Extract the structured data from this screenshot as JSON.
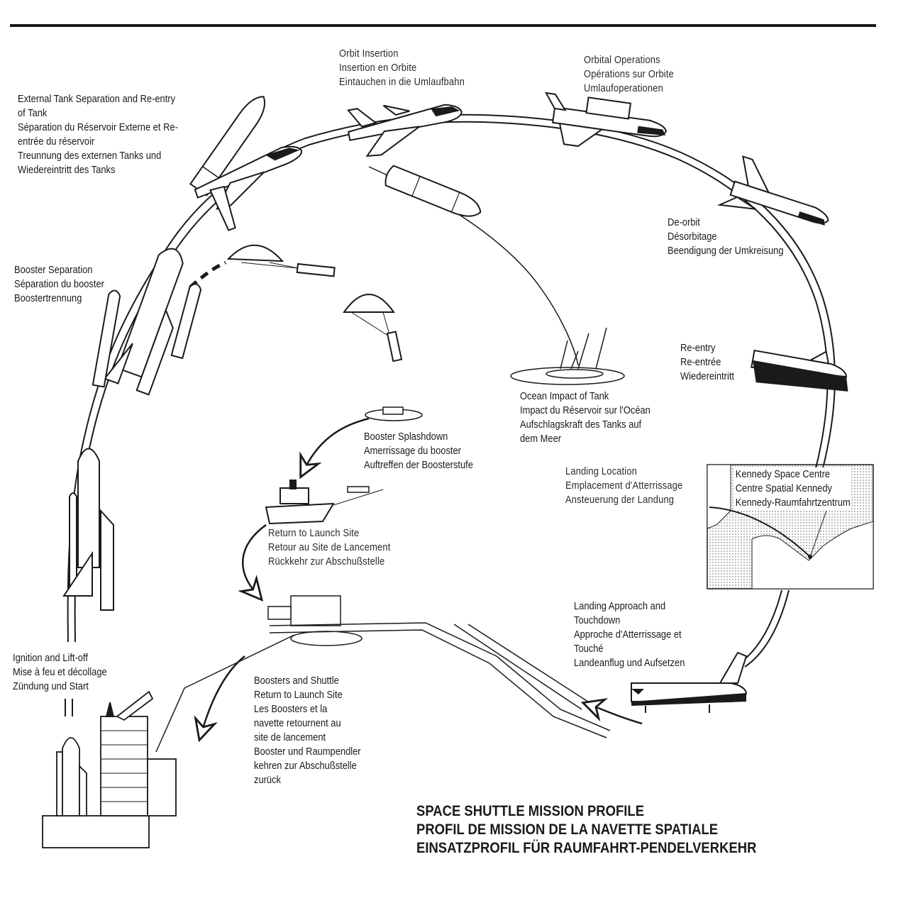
{
  "title": {
    "line1": "SPACE SHUTTLE MISSION PROFILE",
    "line2": "PROFIL DE MISSION DE LA NAVETTE SPATIALE",
    "line3": "EINSATZPROFIL FÜR RAUMFAHRT-PENDELVERKEHR"
  },
  "stages": {
    "orbit_insertion": [
      "Orbit Insertion",
      "Insertion en Orbite",
      "Eintauchen in die Umlaufbahn"
    ],
    "orbital_operations": [
      "Orbital Operations",
      "Opérations sur Orbite",
      "Umlaufoperationen"
    ],
    "tank_separation": [
      "External Tank Separation and Re-entry",
      "of Tank",
      "Séparation du Réservoir Externe et Re-",
      "entrée du réservoir",
      "Treunnung des externen Tanks und",
      "Wiedereintritt des Tanks"
    ],
    "deorbit": [
      "De-orbit",
      "Désorbitage",
      "Beendigung der Umkreisung"
    ],
    "booster_separation": [
      "Booster Separation",
      "Séparation du booster",
      "Boostertrennung"
    ],
    "reentry": [
      "Re-entry",
      "Re-entrée",
      "Wiedereintritt"
    ],
    "ocean_impact": [
      "Ocean Impact of Tank",
      "Impact du Réservoir sur l'Océan",
      "Aufschlagskraft des Tanks auf",
      "dem Meer"
    ],
    "booster_splashdown": [
      "Booster Splashdown",
      "Amerrissage du booster",
      "Auftreffen der Boosterstufe"
    ],
    "landing_location": [
      "Landing Location",
      "Emplacement d'Atterrissage",
      "Ansteuerung der Landung"
    ],
    "kennedy": [
      "Kennedy Space Centre",
      "Centre Spatial Kennedy",
      "Kennedy-Raumfahrtzentrum"
    ],
    "return_launch_site": [
      "Return to Launch Site",
      "Retour au Site de Lancement",
      "Rückkehr zur Abschußstelle"
    ],
    "landing_approach": [
      "Landing Approach and",
      "Touchdown",
      "Approche d'Atterrissage et",
      "Touché",
      "Landeanflug und Aufsetzen"
    ],
    "ignition": [
      "Ignition and Lift-off",
      "Mise à feu et décollage",
      "Zündung und Start"
    ],
    "boosters_shuttle_return": [
      "Boosters and Shuttle",
      "Return to Launch Site",
      "Les Boosters et la",
      "navette retournent au",
      "site de lancement",
      "Booster und Raumpendler",
      "kehren zur Abschußstelle",
      "zurück"
    ]
  },
  "colors": {
    "ink": "#1a1a1a",
    "paper": "#ffffff",
    "map_land": "#d9d9d9"
  }
}
